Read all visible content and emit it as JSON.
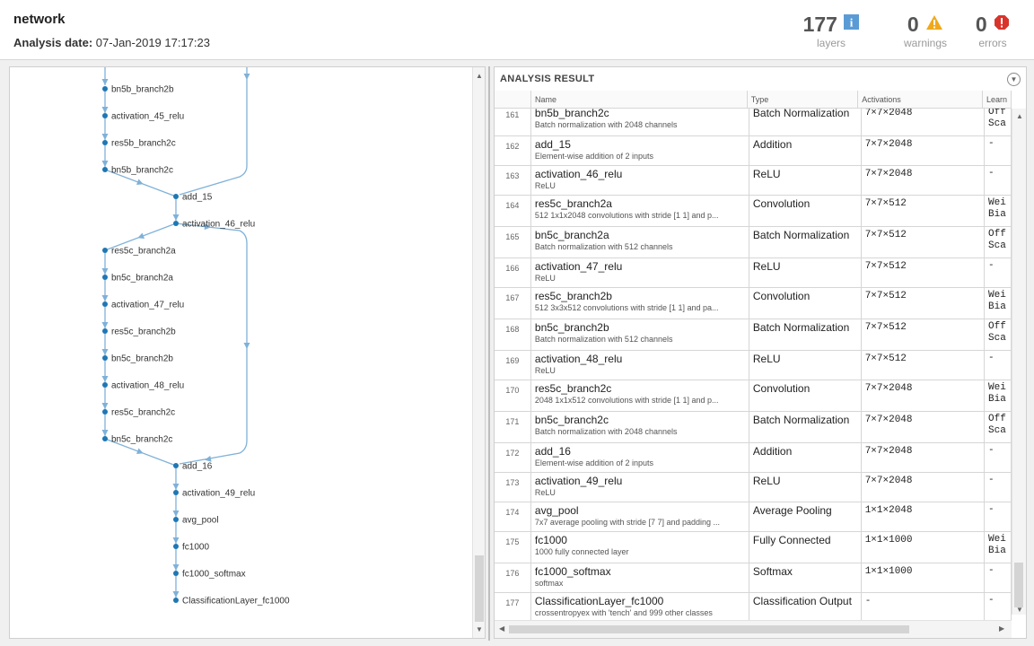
{
  "header": {
    "network_name": "network",
    "analysis_label": "Analysis date:",
    "analysis_date": "07-Jan-2019 17:17:23",
    "layers_count": "177",
    "layers_label": "layers",
    "warnings_count": "0",
    "warnings_label": "warnings",
    "errors_count": "0",
    "errors_label": "errors"
  },
  "graph": {
    "nodes": [
      {
        "label": "bn5b_branch2b",
        "col": "left"
      },
      {
        "label": "activation_45_relu",
        "col": "left"
      },
      {
        "label": "res5b_branch2c",
        "col": "left"
      },
      {
        "label": "bn5b_branch2c",
        "col": "left"
      },
      {
        "label": "add_15",
        "col": "center"
      },
      {
        "label": "activation_46_relu",
        "col": "center"
      },
      {
        "label": "res5c_branch2a",
        "col": "left"
      },
      {
        "label": "bn5c_branch2a",
        "col": "left"
      },
      {
        "label": "activation_47_relu",
        "col": "left"
      },
      {
        "label": "res5c_branch2b",
        "col": "left"
      },
      {
        "label": "bn5c_branch2b",
        "col": "left"
      },
      {
        "label": "activation_48_relu",
        "col": "left"
      },
      {
        "label": "res5c_branch2c",
        "col": "left"
      },
      {
        "label": "bn5c_branch2c",
        "col": "left"
      },
      {
        "label": "add_16",
        "col": "center"
      },
      {
        "label": "activation_49_relu",
        "col": "center"
      },
      {
        "label": "avg_pool",
        "col": "center"
      },
      {
        "label": "fc1000",
        "col": "center"
      },
      {
        "label": "fc1000_softmax",
        "col": "center"
      },
      {
        "label": "ClassificationLayer_fc1000",
        "col": "center"
      }
    ],
    "node_color": "#1f77b4",
    "edge_color": "#7fb1d8"
  },
  "results": {
    "title": "ANALYSIS RESULT",
    "columns": [
      "Name",
      "Type",
      "Activations",
      "Learn"
    ],
    "rows": [
      {
        "index": "161",
        "name": "bn5b_branch2c",
        "desc": "Batch normalization with 2048 channels",
        "type": "Batch Normalization",
        "activations": "7×7×2048",
        "learn": [
          "Off",
          "Sca"
        ]
      },
      {
        "index": "162",
        "name": "add_15",
        "desc": "Element-wise addition of 2 inputs",
        "type": "Addition",
        "activations": "7×7×2048",
        "learn": [
          "-"
        ]
      },
      {
        "index": "163",
        "name": "activation_46_relu",
        "desc": "ReLU",
        "type": "ReLU",
        "activations": "7×7×2048",
        "learn": [
          "-"
        ]
      },
      {
        "index": "164",
        "name": "res5c_branch2a",
        "desc": "512 1x1x2048 convolutions with stride [1 1] and p...",
        "type": "Convolution",
        "activations": "7×7×512",
        "learn": [
          "Wei",
          "Bia"
        ]
      },
      {
        "index": "165",
        "name": "bn5c_branch2a",
        "desc": "Batch normalization with 512 channels",
        "type": "Batch Normalization",
        "activations": "7×7×512",
        "learn": [
          "Off",
          "Sca"
        ]
      },
      {
        "index": "166",
        "name": "activation_47_relu",
        "desc": "ReLU",
        "type": "ReLU",
        "activations": "7×7×512",
        "learn": [
          "-"
        ]
      },
      {
        "index": "167",
        "name": "res5c_branch2b",
        "desc": "512 3x3x512 convolutions with stride [1 1] and pa...",
        "type": "Convolution",
        "activations": "7×7×512",
        "learn": [
          "Wei",
          "Bia"
        ]
      },
      {
        "index": "168",
        "name": "bn5c_branch2b",
        "desc": "Batch normalization with 512 channels",
        "type": "Batch Normalization",
        "activations": "7×7×512",
        "learn": [
          "Off",
          "Sca"
        ]
      },
      {
        "index": "169",
        "name": "activation_48_relu",
        "desc": "ReLU",
        "type": "ReLU",
        "activations": "7×7×512",
        "learn": [
          "-"
        ]
      },
      {
        "index": "170",
        "name": "res5c_branch2c",
        "desc": "2048 1x1x512 convolutions with stride [1 1] and p...",
        "type": "Convolution",
        "activations": "7×7×2048",
        "learn": [
          "Wei",
          "Bia"
        ]
      },
      {
        "index": "171",
        "name": "bn5c_branch2c",
        "desc": "Batch normalization with 2048 channels",
        "type": "Batch Normalization",
        "activations": "7×7×2048",
        "learn": [
          "Off",
          "Sca"
        ]
      },
      {
        "index": "172",
        "name": "add_16",
        "desc": "Element-wise addition of 2 inputs",
        "type": "Addition",
        "activations": "7×7×2048",
        "learn": [
          "-"
        ]
      },
      {
        "index": "173",
        "name": "activation_49_relu",
        "desc": "ReLU",
        "type": "ReLU",
        "activations": "7×7×2048",
        "learn": [
          "-"
        ]
      },
      {
        "index": "174",
        "name": "avg_pool",
        "desc": "7x7 average pooling with stride [7 7] and padding ...",
        "type": "Average Pooling",
        "activations": "1×1×2048",
        "learn": [
          "-"
        ]
      },
      {
        "index": "175",
        "name": "fc1000",
        "desc": "1000 fully connected layer",
        "type": "Fully Connected",
        "activations": "1×1×1000",
        "learn": [
          "Wei",
          "Bia"
        ]
      },
      {
        "index": "176",
        "name": "fc1000_softmax",
        "desc": "softmax",
        "type": "Softmax",
        "activations": "1×1×1000",
        "learn": [
          "-"
        ]
      },
      {
        "index": "177",
        "name": "ClassificationLayer_fc1000",
        "desc": "crossentropyex with 'tench' and 999 other classes",
        "type": "Classification Output",
        "activations": "-",
        "learn": [
          "-"
        ]
      }
    ]
  }
}
